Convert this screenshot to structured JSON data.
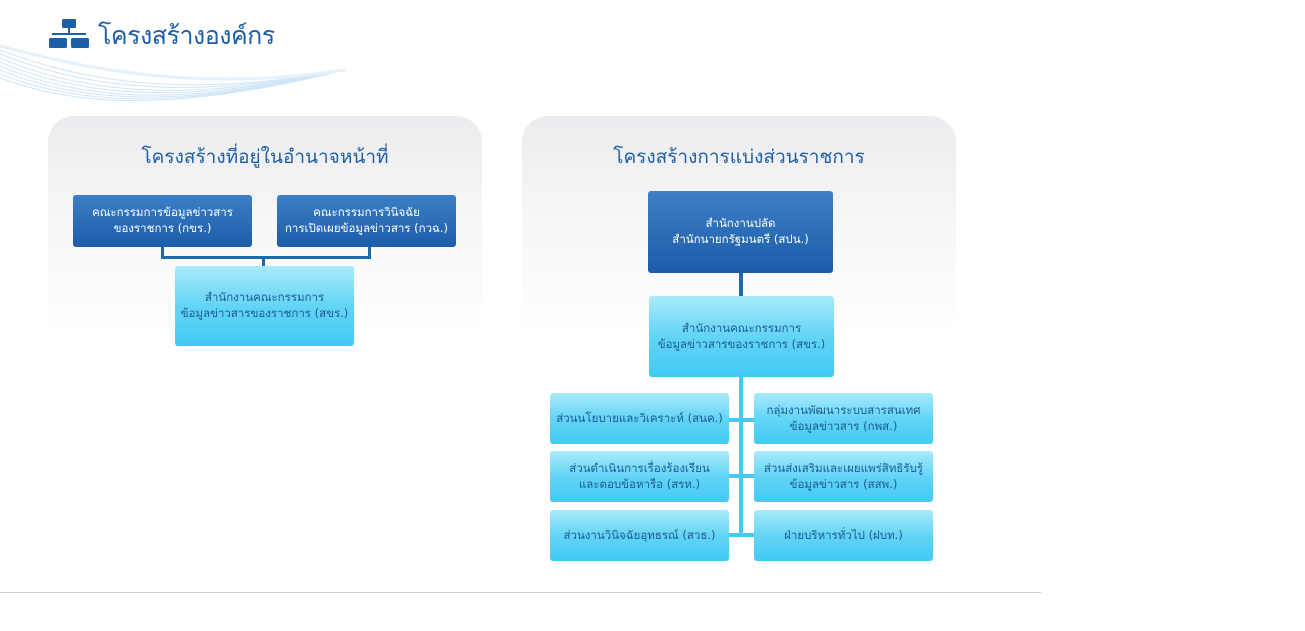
{
  "page": {
    "title": "โครงสร้างองค์กร"
  },
  "authority_structure": {
    "title": "โครงสร้างที่อยู่ในอำนาจหน้าที่",
    "left_box": "คณะกรรมการข้อมูลข่าวสาร\nของราชการ (กขร.)",
    "right_box": "คณะกรรมการวินิจฉัย\nการเปิดเผยข้อมูลข่าวสาร (กวฉ.)",
    "office_box": "สำนักงานคณะกรรมการ\nข้อมูลข่าวสารของราชการ (สขร.)"
  },
  "division_structure": {
    "title": "โครงสร้างการแบ่งส่วนราชการ",
    "top_box": "สำนักงานปลัด\nสำนักนายกรัฐมนตรี (สปน.)",
    "office_box": "สำนักงานคณะกรรมการ\nข้อมูลข่าวสารของราชการ (สขร.)",
    "left_units": [
      "ส่วนนโยบายและวิเคราะห์ (สนค.)",
      "ส่วนดำเนินการเรื่องร้องเรียน\nและตอบข้อหารือ (สรห.)",
      "ส่วนงานวินิจฉัยอุทธรณ์ (สวธ.)"
    ],
    "right_units": [
      "กลุ่มงานพัฒนาระบบสารสนเทศ\nข้อมูลข่าวสาร (กพส.)",
      "ส่วนส่งเสริมและเผยแพร่สิทธิรับรู้\nข้อมูลข่าวสาร (สสพ.)",
      "ฝ่ายบริหารทั่วไป (ฝบท.)"
    ]
  },
  "colors": {
    "title": "#1d5fa8",
    "dark_box": "#1c5ca8",
    "light_box": "#42caf3",
    "connector_dark": "#1e6aa8",
    "connector_light": "#49c9f1"
  },
  "icons": {
    "header": "org-chart-icon"
  }
}
